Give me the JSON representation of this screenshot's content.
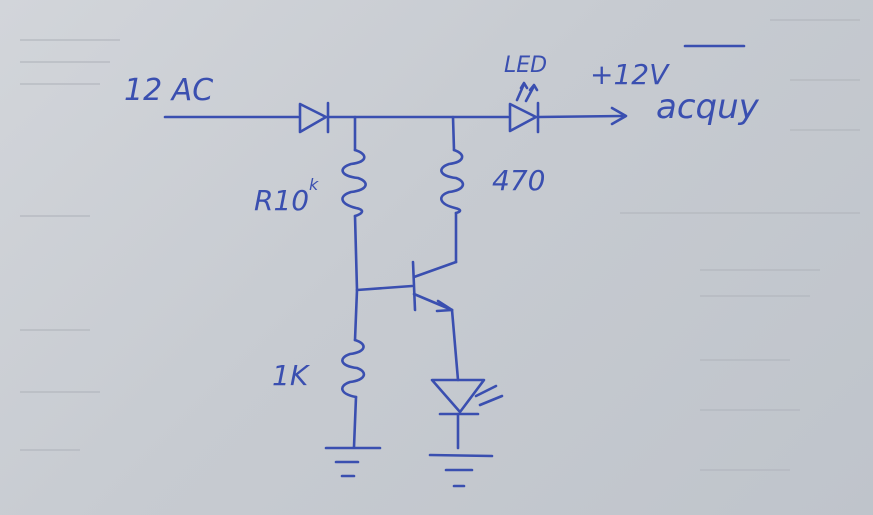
{
  "labels": {
    "input": "12 AC",
    "led_top": "LED",
    "output_voltage": "+12V",
    "output_target": "acquy",
    "r_top": "R10",
    "r_top_suffix": "k",
    "r_collector": "470",
    "r_bottom": "1K"
  },
  "colors": {
    "ink": "#3a4fb0",
    "paper": "#c9cdd3"
  }
}
